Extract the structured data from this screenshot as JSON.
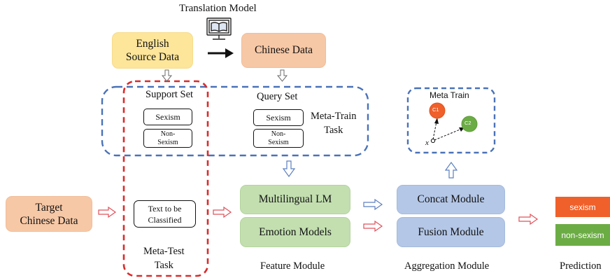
{
  "diagram": {
    "translation_model_label": "Translation Model",
    "english_source": [
      "English",
      "Source Data"
    ],
    "chinese_data": "Chinese Data",
    "support_set": {
      "title": "Support Set",
      "items": [
        "Sexism",
        "Non-",
        "Sexism"
      ]
    },
    "query_set": {
      "title": "Query Set",
      "items": [
        "Sexism",
        "Non-",
        "Sexism"
      ]
    },
    "meta_train_task": [
      "Meta-Train",
      "Task"
    ],
    "meta_test_task": [
      "Meta-Test",
      "Task"
    ],
    "text_to_classify": [
      "Text to be",
      "Classified"
    ],
    "target_chinese": [
      "Target",
      "Chinese Data"
    ],
    "multilingual_lm": "Multilingual LM",
    "emotion_models": "Emotion Models",
    "feature_module": "Feature Module",
    "concat_module": "Concat Module",
    "fusion_module": "Fusion Module",
    "aggregation_module": "Aggregation Module",
    "meta_train": {
      "title": "Meta Train",
      "c1": "C1",
      "c2": "C2",
      "x": "x"
    },
    "prediction": {
      "label": "Prediction",
      "sexism": "sexism",
      "non_sexism": "non-sexism"
    }
  },
  "colors": {
    "dashed_blue": "#4a72b8",
    "dashed_red": "#d92b2b",
    "arrow_blue": "#5b7fc0",
    "arrow_red": "#e0505a",
    "sexism_tag": "#f0602a",
    "non_sexism_tag": "#6cac45",
    "c1": "#f0602a",
    "c2": "#6cac45"
  },
  "icons": [
    "monitor-book-icon"
  ]
}
